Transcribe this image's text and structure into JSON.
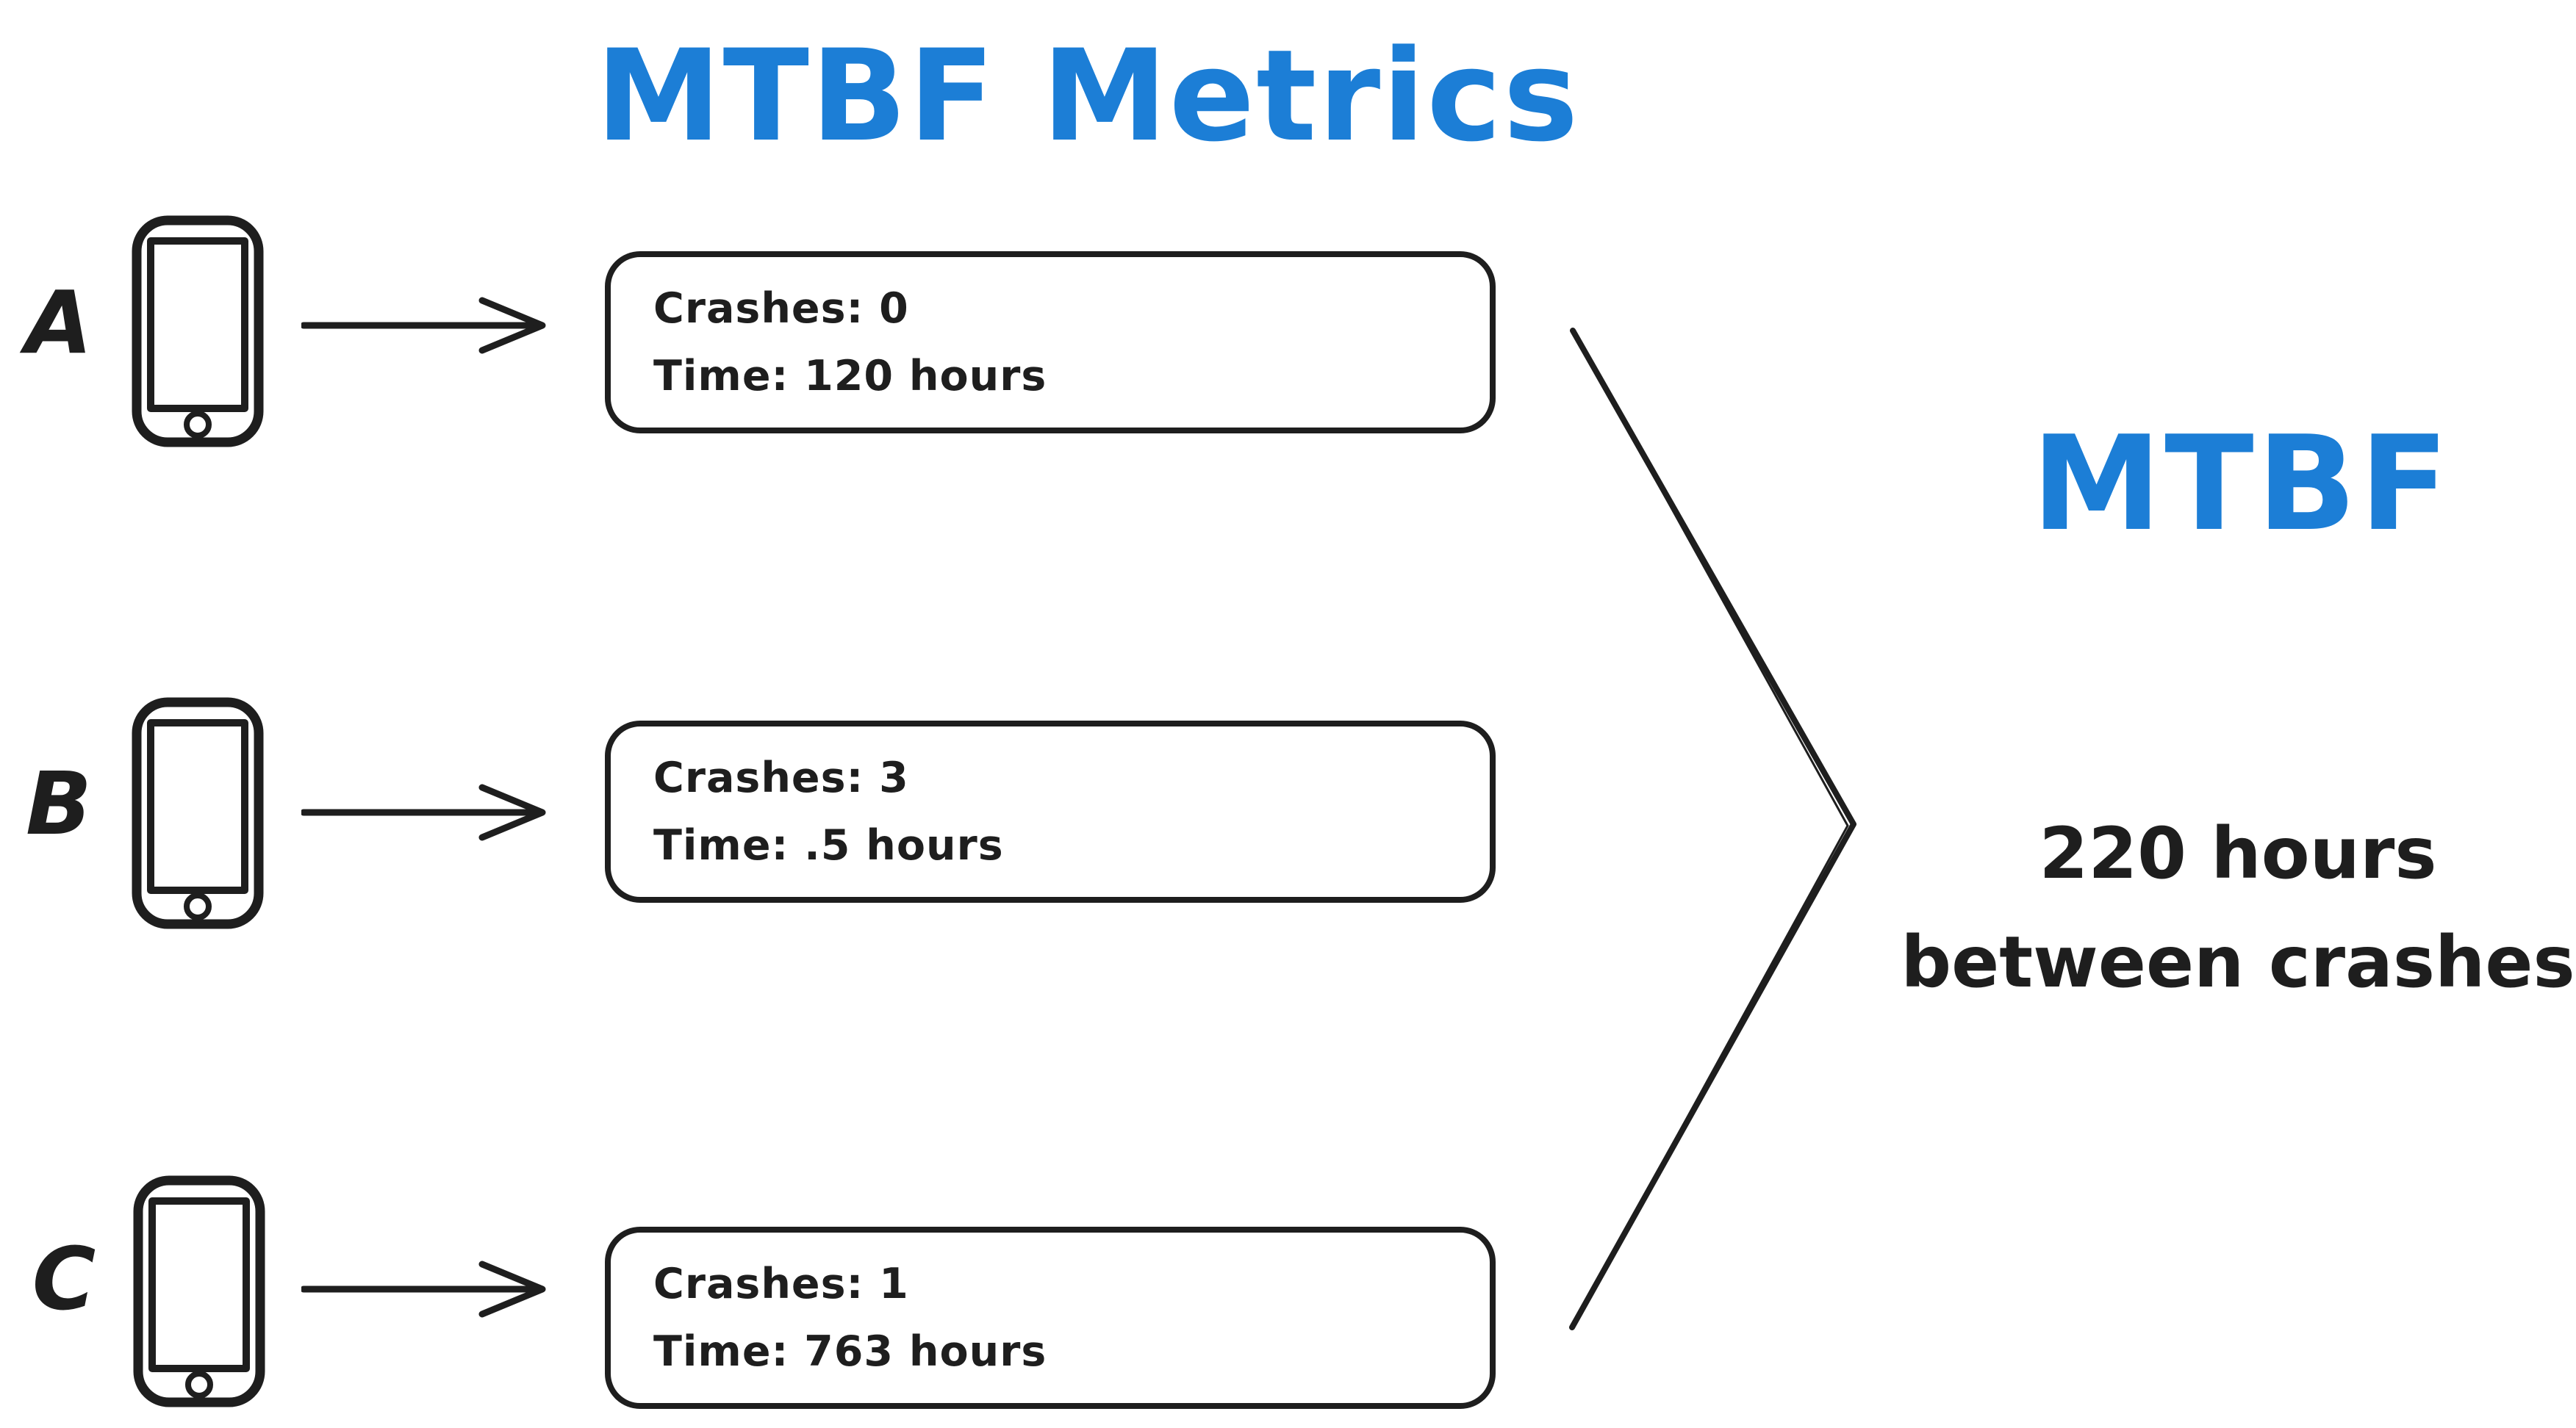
{
  "title": "MTBF Metrics",
  "colors": {
    "accent_blue": "#1c7ed6",
    "ink_black": "#1e1e1e",
    "background": "#ffffff"
  },
  "icons": {
    "device": "smartphone-icon",
    "flow": "arrow-right-icon",
    "merge": "chevron-merge-icon"
  },
  "devices": [
    {
      "label": "A",
      "crashes": "Crashes: 0",
      "time": "Time: 120 hours"
    },
    {
      "label": "B",
      "crashes": "Crashes: 3",
      "time": "Time: .5 hours"
    },
    {
      "label": "C",
      "crashes": "Crashes: 1",
      "time": "Time: 763 hours"
    }
  ],
  "result": {
    "heading": "MTBF",
    "line1": "220 hours",
    "line2": "between crashes"
  },
  "chart_data": {
    "type": "table",
    "title": "MTBF Metrics",
    "categories": [
      "A",
      "B",
      "C"
    ],
    "series": [
      {
        "name": "Crashes",
        "values": [
          0,
          3,
          1
        ]
      },
      {
        "name": "Time (hours)",
        "values": [
          120,
          0.5,
          763
        ]
      }
    ],
    "summary": {
      "metric": "MTBF",
      "value": 220,
      "unit": "hours between crashes"
    }
  }
}
